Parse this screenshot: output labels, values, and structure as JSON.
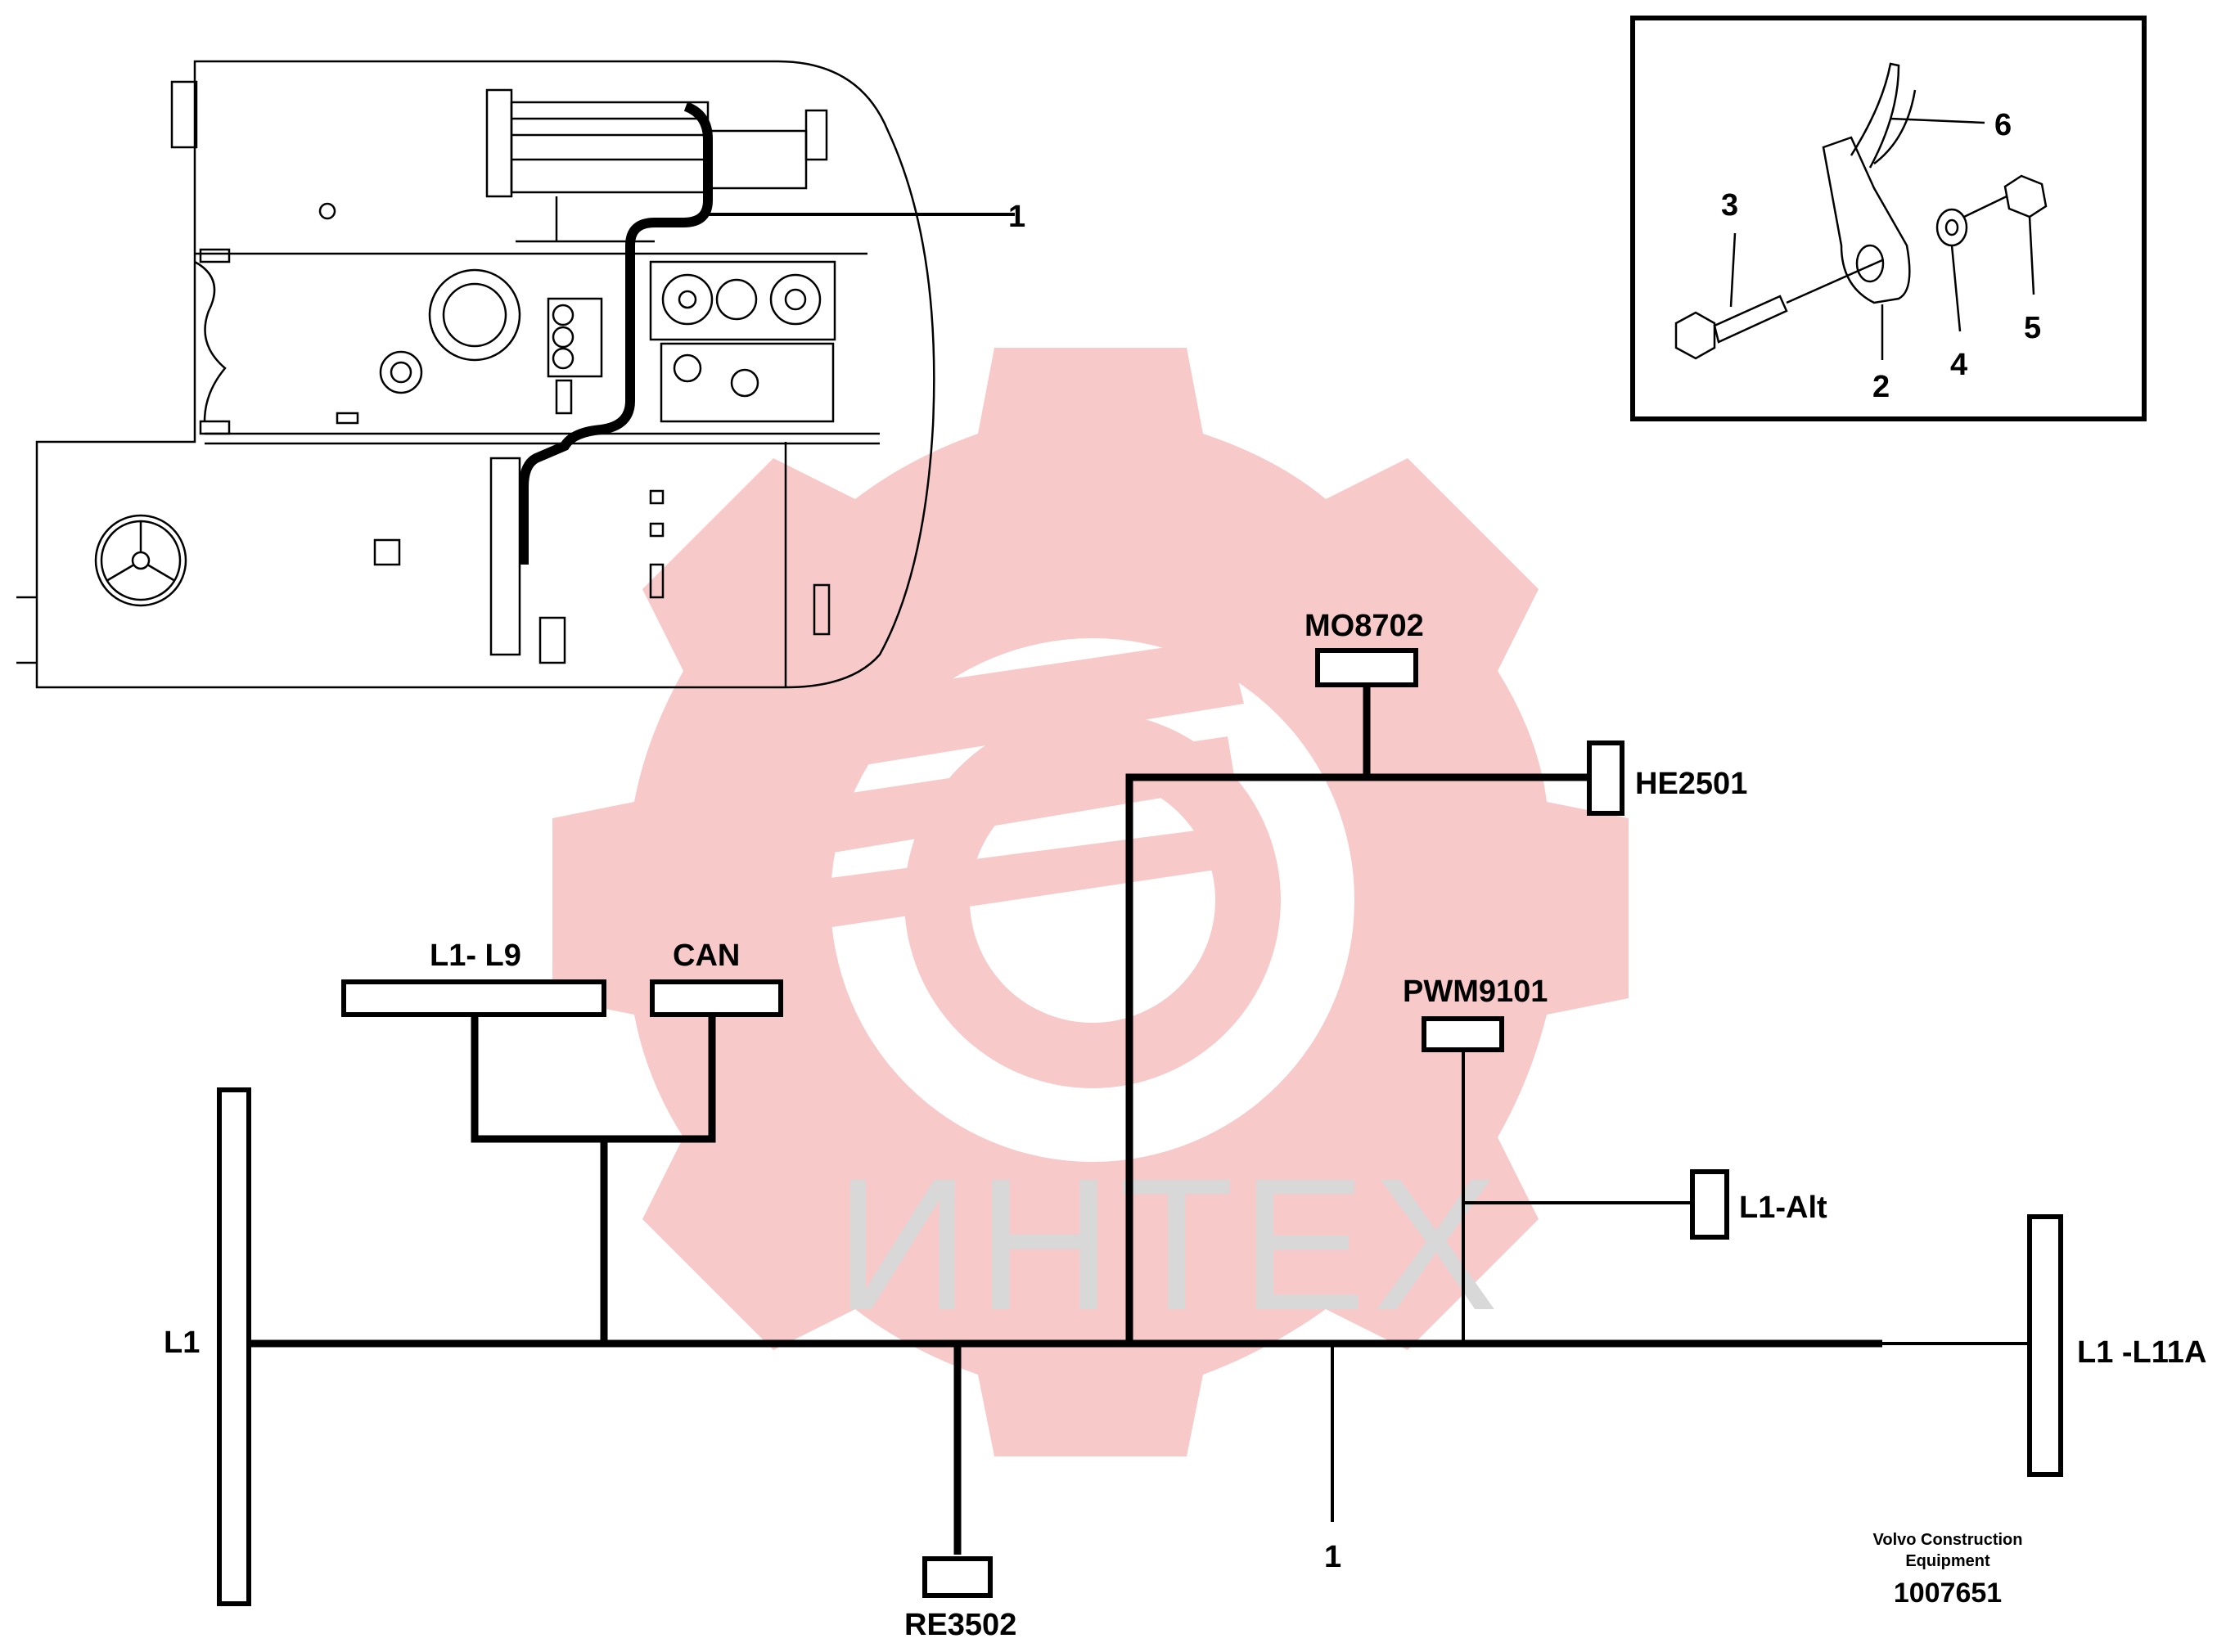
{
  "watermark": {
    "text": "ИНТЕХ",
    "color": "#f7c9c9"
  },
  "footer": {
    "company_line1": "Volvo Construction",
    "company_line2": "Equipment",
    "drawing_number": "1007651"
  },
  "harness_item_number": "1",
  "overview_callout": "1",
  "detail_callouts": [
    "2",
    "3",
    "4",
    "5",
    "6"
  ],
  "connectors": {
    "l1": "L1",
    "l1_l9": "L1- L9",
    "can": "CAN",
    "mo8702": "MO8702",
    "he2501": "HE2501",
    "pwm9101": "PWM9101",
    "l1_alt": "L1-Alt",
    "l1_l11a": "L1 -L11A",
    "re3502": "RE3502"
  }
}
